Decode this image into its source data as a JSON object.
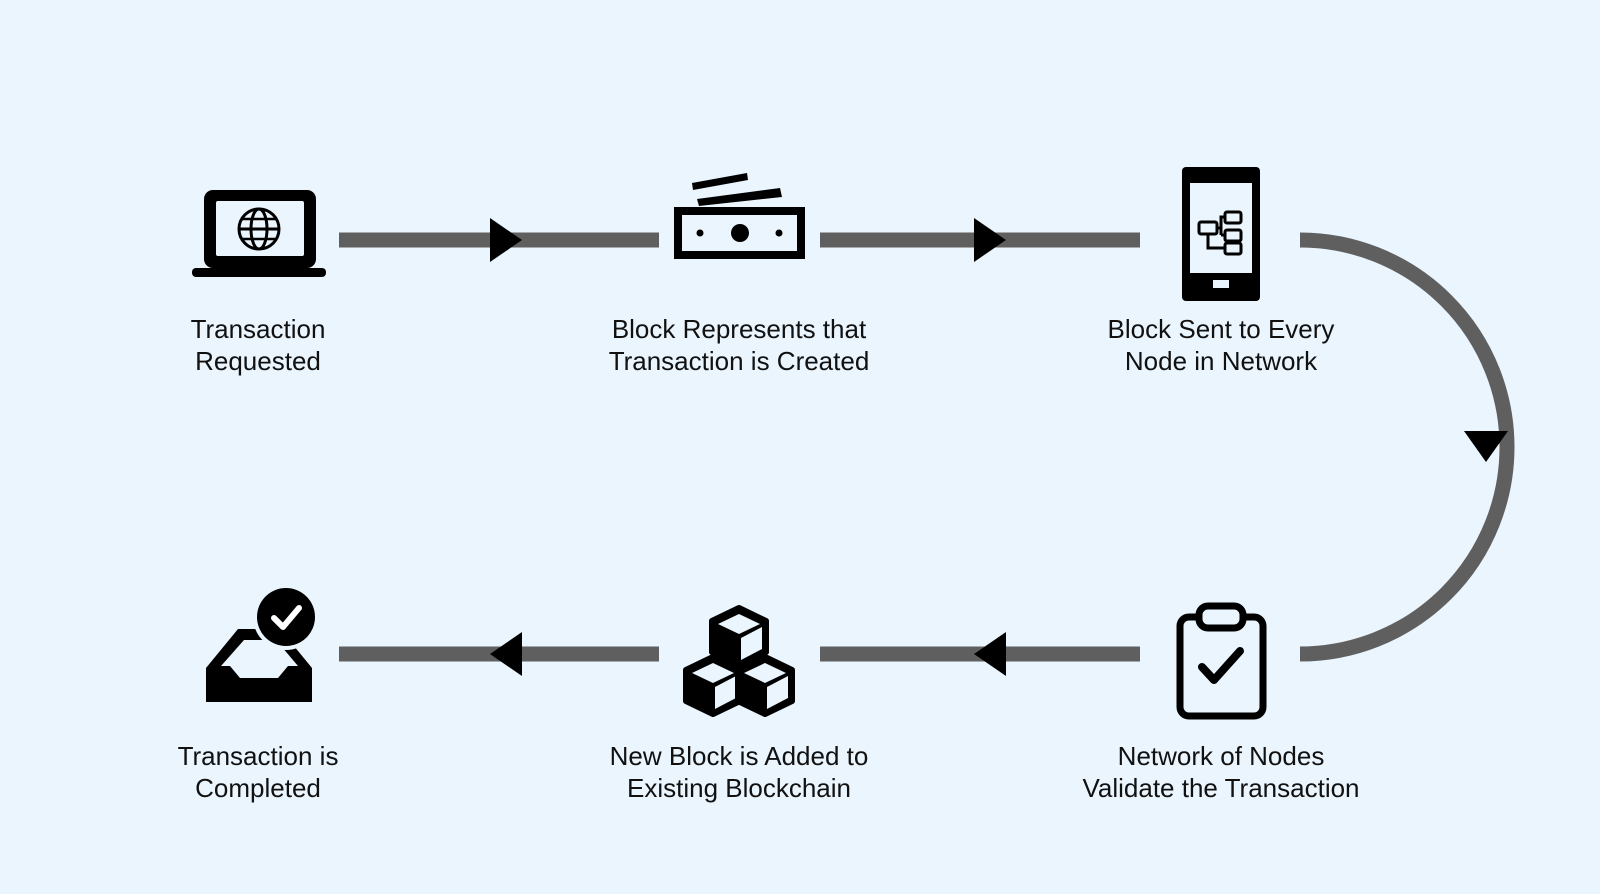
{
  "colors": {
    "background": "#eaf5fe",
    "connector": "#5f5f5f",
    "icon": "#000000",
    "text": "#111111"
  },
  "steps": [
    {
      "id": "transaction-requested",
      "icon": "laptop-globe-icon",
      "label": [
        "Transaction",
        "Requested"
      ]
    },
    {
      "id": "block-created",
      "icon": "banknote-icon",
      "label": [
        "Block Represents that",
        "Transaction is Created"
      ]
    },
    {
      "id": "block-sent",
      "icon": "smartphone-network-icon",
      "label": [
        "Block Sent to Every",
        "Node in Network"
      ]
    },
    {
      "id": "nodes-validate",
      "icon": "clipboard-check-icon",
      "label": [
        "Network of Nodes",
        "Validate the Transaction"
      ]
    },
    {
      "id": "block-added",
      "icon": "stacked-cubes-icon",
      "label": [
        "New Block is Added to",
        "Existing Blockchain"
      ]
    },
    {
      "id": "transaction-completed",
      "icon": "inbox-check-icon",
      "label": [
        "Transaction is",
        "Completed"
      ]
    }
  ]
}
